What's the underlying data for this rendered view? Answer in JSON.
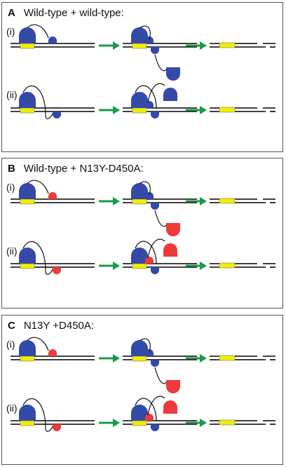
{
  "colors": {
    "blue": "#3549a8",
    "red": "#ee3a3a",
    "yellow": "#f0ee00",
    "arrow": "#1a9a48",
    "dna": "#000000"
  },
  "panels": [
    {
      "letter": "A",
      "title": "Wild-type + wild-type:",
      "partner": "blue",
      "rows": [
        {
          "label": "(i)"
        },
        {
          "label": "(ii)"
        }
      ]
    },
    {
      "letter": "B",
      "title": "Wild-type + N13Y-D450A:",
      "partner": "red",
      "rows": [
        {
          "label": "(i)"
        },
        {
          "label": "(ii)"
        }
      ]
    },
    {
      "letter": "C",
      "title": "N13Y +D450A:",
      "partner": "red-small",
      "rows": [
        {
          "label": "(i)"
        },
        {
          "label": "(ii)"
        }
      ]
    }
  ]
}
